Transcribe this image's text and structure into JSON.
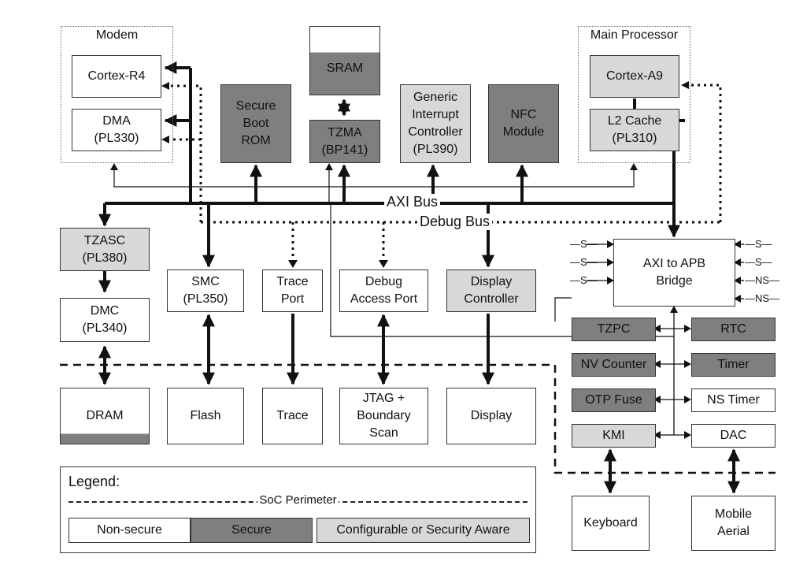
{
  "groups": {
    "modem": "Modem",
    "main_processor": "Main Processor"
  },
  "blocks": {
    "cortex_r4": "Cortex-R4",
    "dma": "DMA\n(PL330)",
    "secure_boot_rom": "Secure\nBoot\nROM",
    "sram": "SRAM",
    "tzma": "TZMA\n(BP141)",
    "gic": "Generic\nInterrupt\nController\n(PL390)",
    "nfc": "NFC\nModule",
    "cortex_a9": "Cortex-A9",
    "l2_cache": "L2 Cache\n(PL310)",
    "tzasc": "TZASC\n(PL380)",
    "dmc": "DMC\n(PL340)",
    "smc": "SMC\n(PL350)",
    "trace_port": "Trace\nPort",
    "debug_access_port": "Debug\nAccess Port",
    "display_controller": "Display\nController",
    "apb_bridge": "AXI to APB\nBridge",
    "tzpc": "TZPC",
    "rtc": "RTC",
    "nv_counter": "NV Counter",
    "timer": "Timer",
    "otp_fuse": "OTP Fuse",
    "ns_timer": "NS Timer",
    "kmi": "KMI",
    "dac": "DAC",
    "dram": "DRAM",
    "flash": "Flash",
    "trace": "Trace",
    "jtag": "JTAG +\nBoundary\nScan",
    "display": "Display",
    "keyboard": "Keyboard",
    "mobile_aerial": "Mobile\nAerial"
  },
  "buses": {
    "axi": "AXI Bus",
    "debug": "Debug Bus"
  },
  "bridge_signals": {
    "left": [
      "S",
      "S",
      "S"
    ],
    "right": [
      "S",
      "S",
      "NS",
      "NS"
    ]
  },
  "legend": {
    "title": "Legend:",
    "perimeter": "SoC Perimeter",
    "non_secure": "Non-secure",
    "secure": "Secure",
    "configurable": "Configurable or Security Aware"
  },
  "colors": {
    "non_secure": "#ffffff",
    "secure": "#7f7f7f",
    "configurable": "#d8d8d8"
  }
}
